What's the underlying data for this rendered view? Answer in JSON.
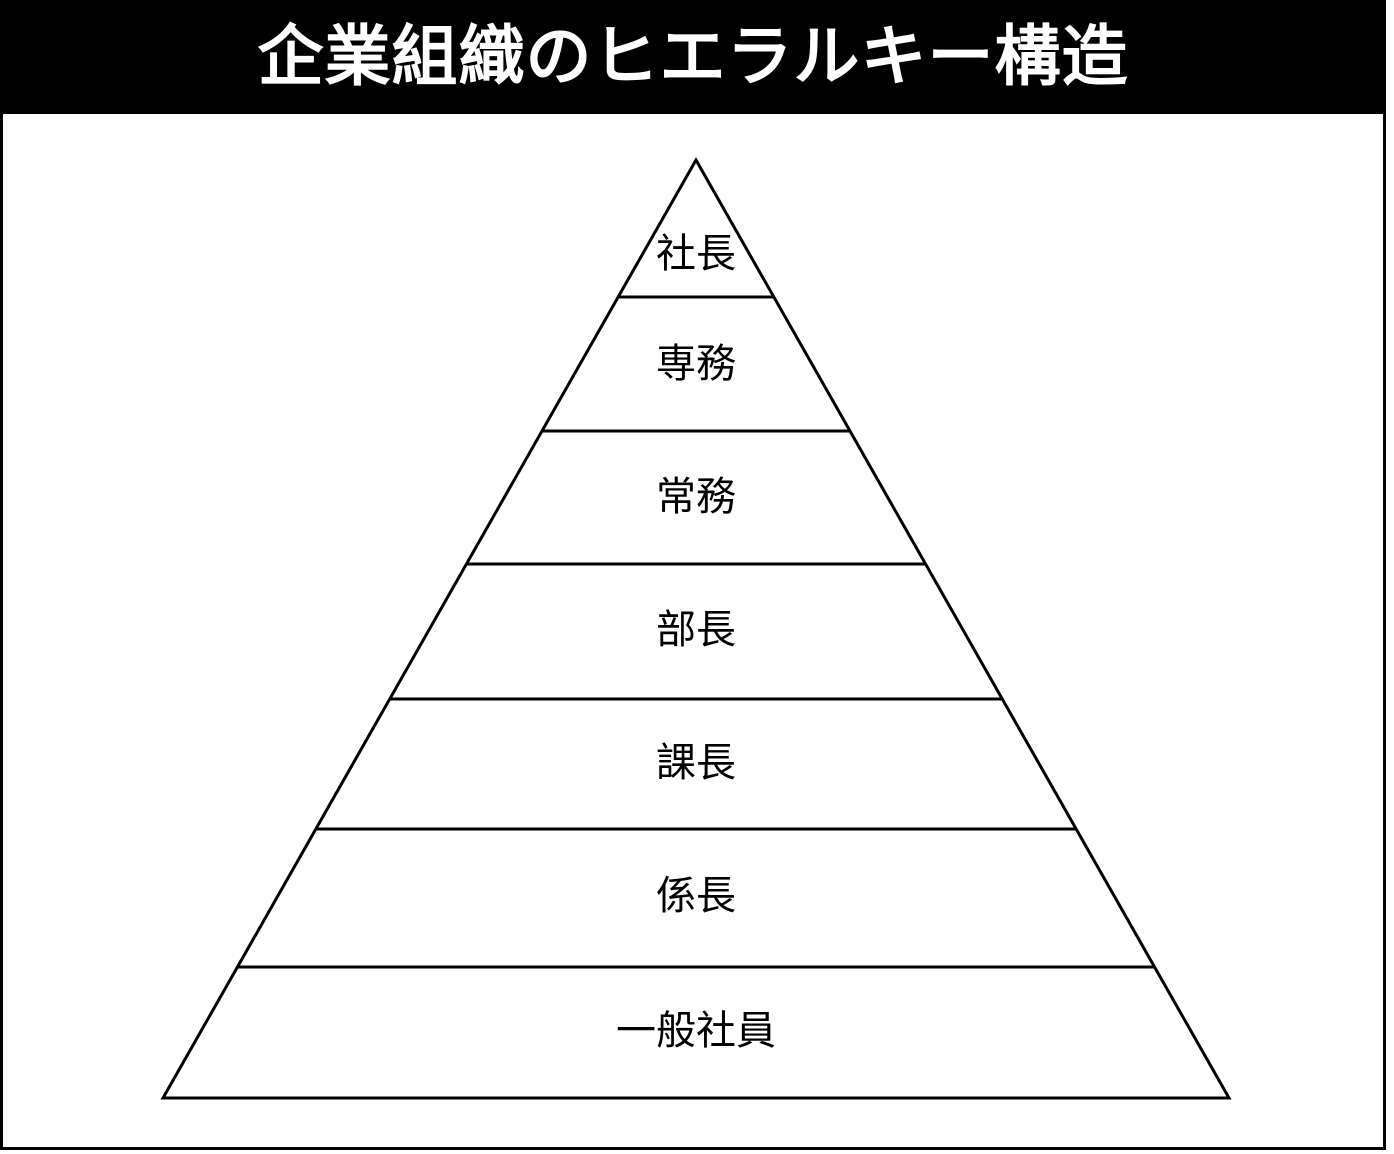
{
  "title": "企業組織のヒエラルキー構造",
  "colors": {
    "title_bar_background": "#000000",
    "title_text": "#ffffff",
    "outline": "#000000",
    "fill": "#ffffff"
  },
  "pyramid": {
    "levels_top_to_bottom": [
      {
        "label": "社長"
      },
      {
        "label": "専務"
      },
      {
        "label": "常務"
      },
      {
        "label": "部長"
      },
      {
        "label": "課長"
      },
      {
        "label": "係長"
      },
      {
        "label": "一般社員"
      }
    ]
  }
}
